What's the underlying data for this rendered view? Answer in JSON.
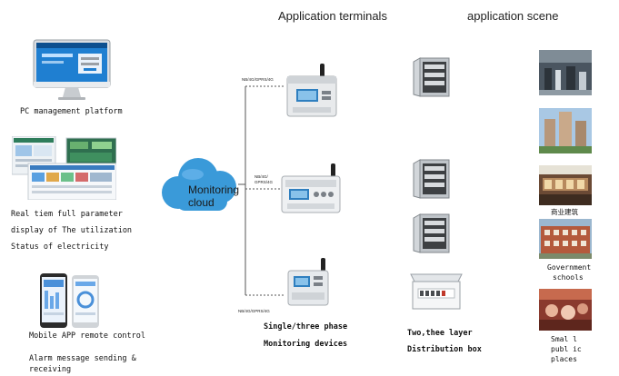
{
  "headers": {
    "terminals": "Application terminals",
    "scene": "application scene"
  },
  "left": {
    "pc_label": "PC management platform",
    "realtime_line1": "Real tiem full parameter",
    "realtime_line2": "display of The utilization",
    "realtime_line3": "Status of electricity",
    "mobile_line1": "Mobile APP remote control",
    "alarm_line1": "Alarm message sending &",
    "alarm_line2": "receiving"
  },
  "cloud": {
    "line1": "Monitoring",
    "line2": "cloud"
  },
  "links": {
    "top": "NB/4G/GPRS/4G",
    "mid_line1": "NB/4G/",
    "mid_line2": "GPRS/4G",
    "bottom": "NB/4G/GPRS/4G"
  },
  "devices": {
    "label_line1": "Single/three phase",
    "label_line2": "Monitoring devices"
  },
  "boxes": {
    "label_line1": "Two,thee  layer",
    "label_line2": "Distribution box"
  },
  "scenes": {
    "commercial": "商业建筑",
    "gov_line1": "Government",
    "gov_line2": "schools",
    "small_line1": "Smal l",
    "small_line2": "publ ic",
    "small_line3": "places"
  },
  "colors": {
    "cloud": "#3a9ad9",
    "lines": "#555555"
  }
}
